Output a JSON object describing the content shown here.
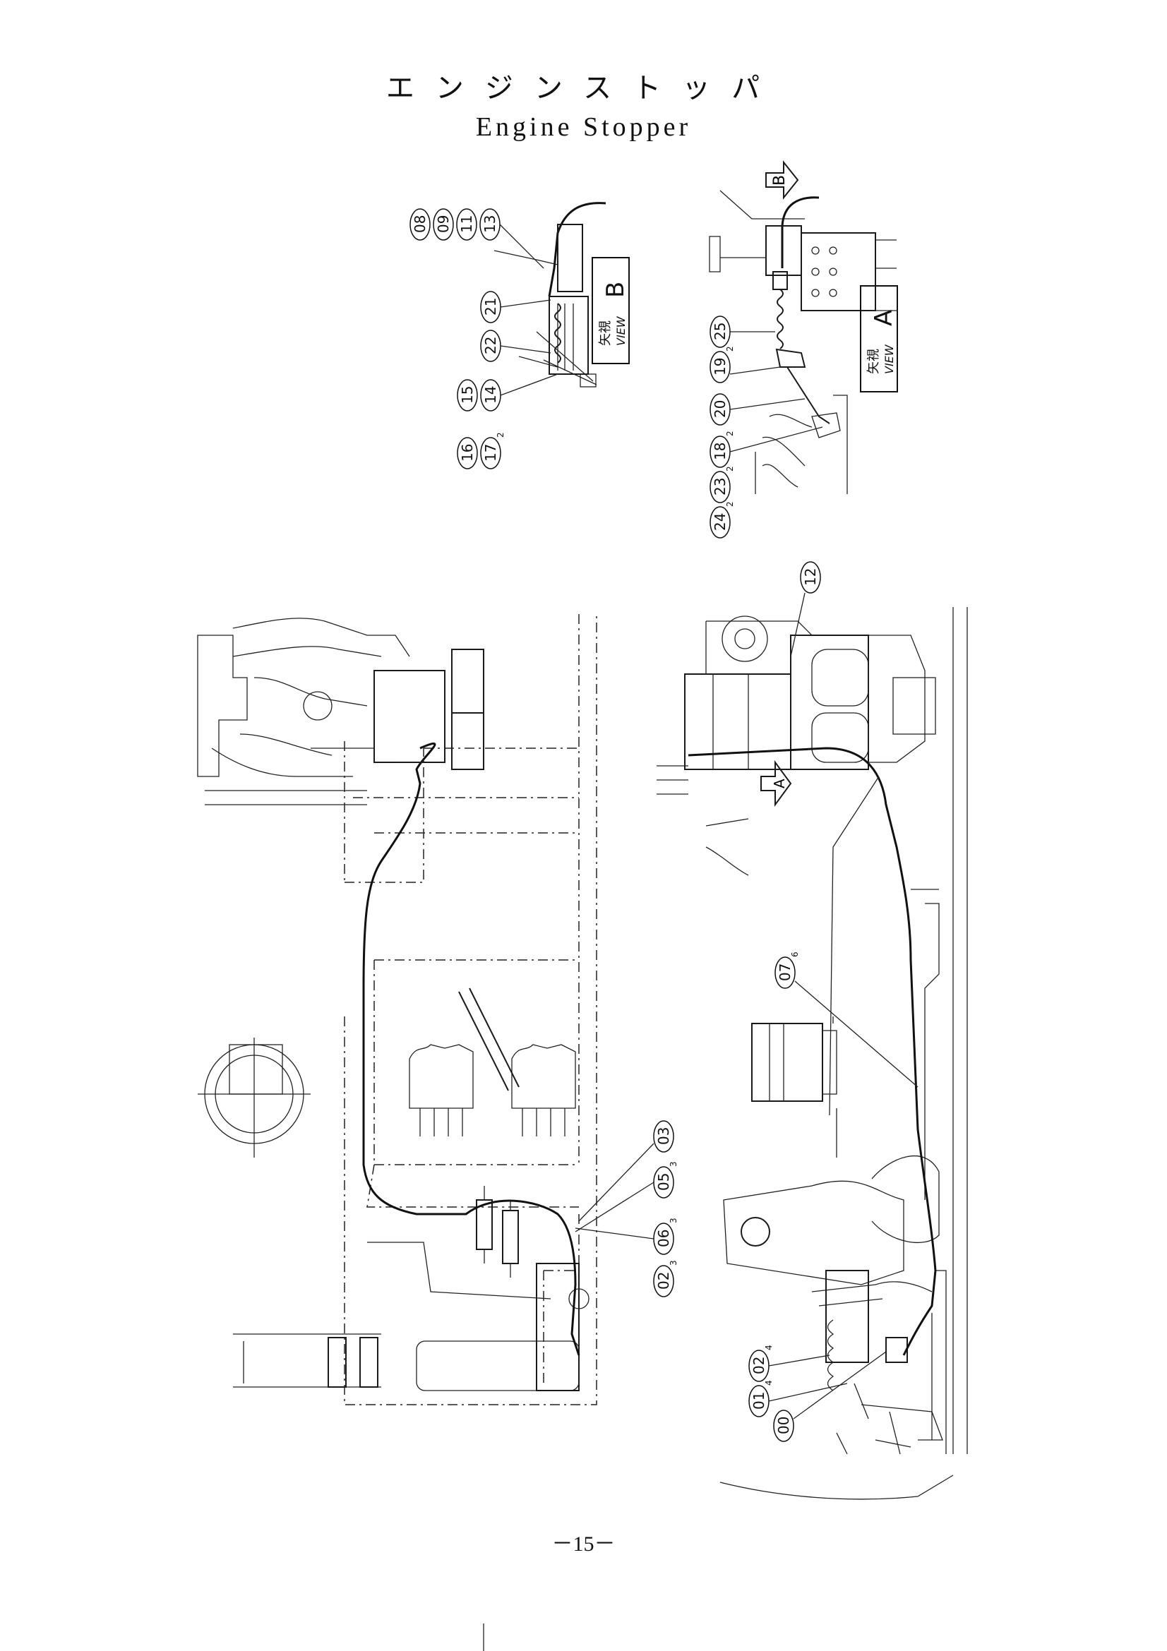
{
  "title": {
    "japanese": "エンジンストッパ",
    "english": "Engine Stopper"
  },
  "page_number": "－15－",
  "views": {
    "view_b": {
      "kanji": "矢視",
      "label": "VIEW",
      "letter": "B"
    },
    "view_a": {
      "kanji": "矢視",
      "label": "VIEW",
      "letter": "A"
    },
    "arrow_a": "A",
    "arrow_b": "B"
  },
  "callouts": {
    "view_b": [
      {
        "num": "08",
        "qty": ""
      },
      {
        "num": "09",
        "qty": ""
      },
      {
        "num": "11",
        "qty": ""
      },
      {
        "num": "13",
        "qty": ""
      },
      {
        "num": "21",
        "qty": ""
      },
      {
        "num": "22",
        "qty": ""
      },
      {
        "num": "14",
        "qty": ""
      },
      {
        "num": "15",
        "qty": ""
      },
      {
        "num": "16",
        "qty": ""
      },
      {
        "num": "17",
        "qty": "2"
      }
    ],
    "view_a": [
      {
        "num": "25",
        "qty": ""
      },
      {
        "num": "19",
        "qty": "2"
      },
      {
        "num": "20",
        "qty": ""
      },
      {
        "num": "18",
        "qty": "2"
      },
      {
        "num": "23",
        "qty": "2"
      },
      {
        "num": "24",
        "qty": "2"
      }
    ],
    "right_main": [
      {
        "num": "12",
        "qty": ""
      },
      {
        "num": "07",
        "qty": "6"
      },
      {
        "num": "02",
        "qty": "4"
      },
      {
        "num": "01",
        "qty": "4"
      },
      {
        "num": "00",
        "qty": ""
      }
    ],
    "left_main": [
      {
        "num": "03",
        "qty": ""
      },
      {
        "num": "05",
        "qty": "3"
      },
      {
        "num": "06",
        "qty": "3"
      },
      {
        "num": "02",
        "qty": "3"
      }
    ]
  }
}
